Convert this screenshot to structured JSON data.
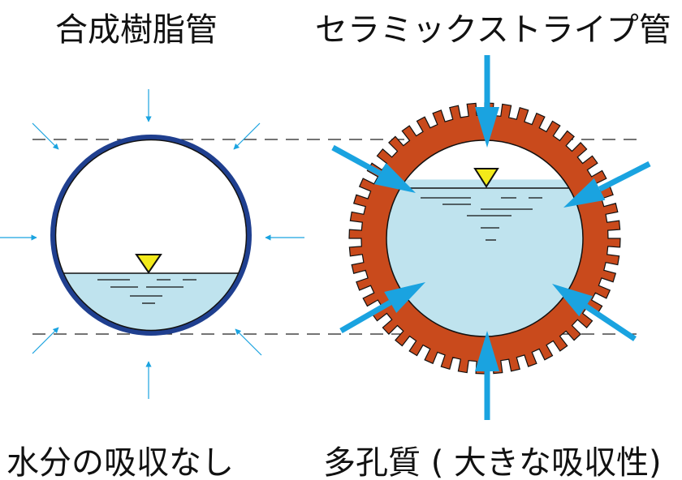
{
  "labels": {
    "left_title": "合成樹脂管",
    "right_title": "セラミックストライプ管",
    "left_caption": "水分の吸収なし",
    "right_caption": "多孔質 ( 大きな吸収性)"
  },
  "colors": {
    "resin_pipe": "#1f3f8f",
    "ceramic_pipe": "#c94a1c",
    "water": "#bfe3ee",
    "arrow": "#1aa3e0",
    "water_marker": "#f3ea1a"
  },
  "fill_levels": {
    "resin_pipe_water_fraction": 0.3,
    "ceramic_pipe_water_fraction": 0.8
  }
}
